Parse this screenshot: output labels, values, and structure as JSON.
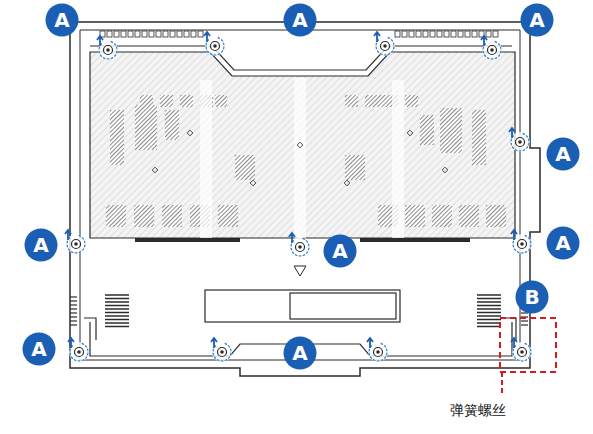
{
  "diagram": {
    "nodes": [
      {
        "text": [
          "A"
        ]
      },
      {
        "text": [
          "A"
        ]
      },
      {
        "text": [
          "A"
        ]
      },
      {
        "text": [
          "A"
        ]
      },
      {
        "text": [
          "A"
        ]
      },
      {
        "text": [
          "A"
        ]
      },
      {
        "text": [
          "A"
        ]
      },
      {
        "text": [
          "B"
        ]
      },
      {
        "text": [
          "A"
        ]
      },
      {
        "text": [
          "A"
        ]
      }
    ],
    "labels": [
      "弹簧螺丝"
    ]
  }
}
